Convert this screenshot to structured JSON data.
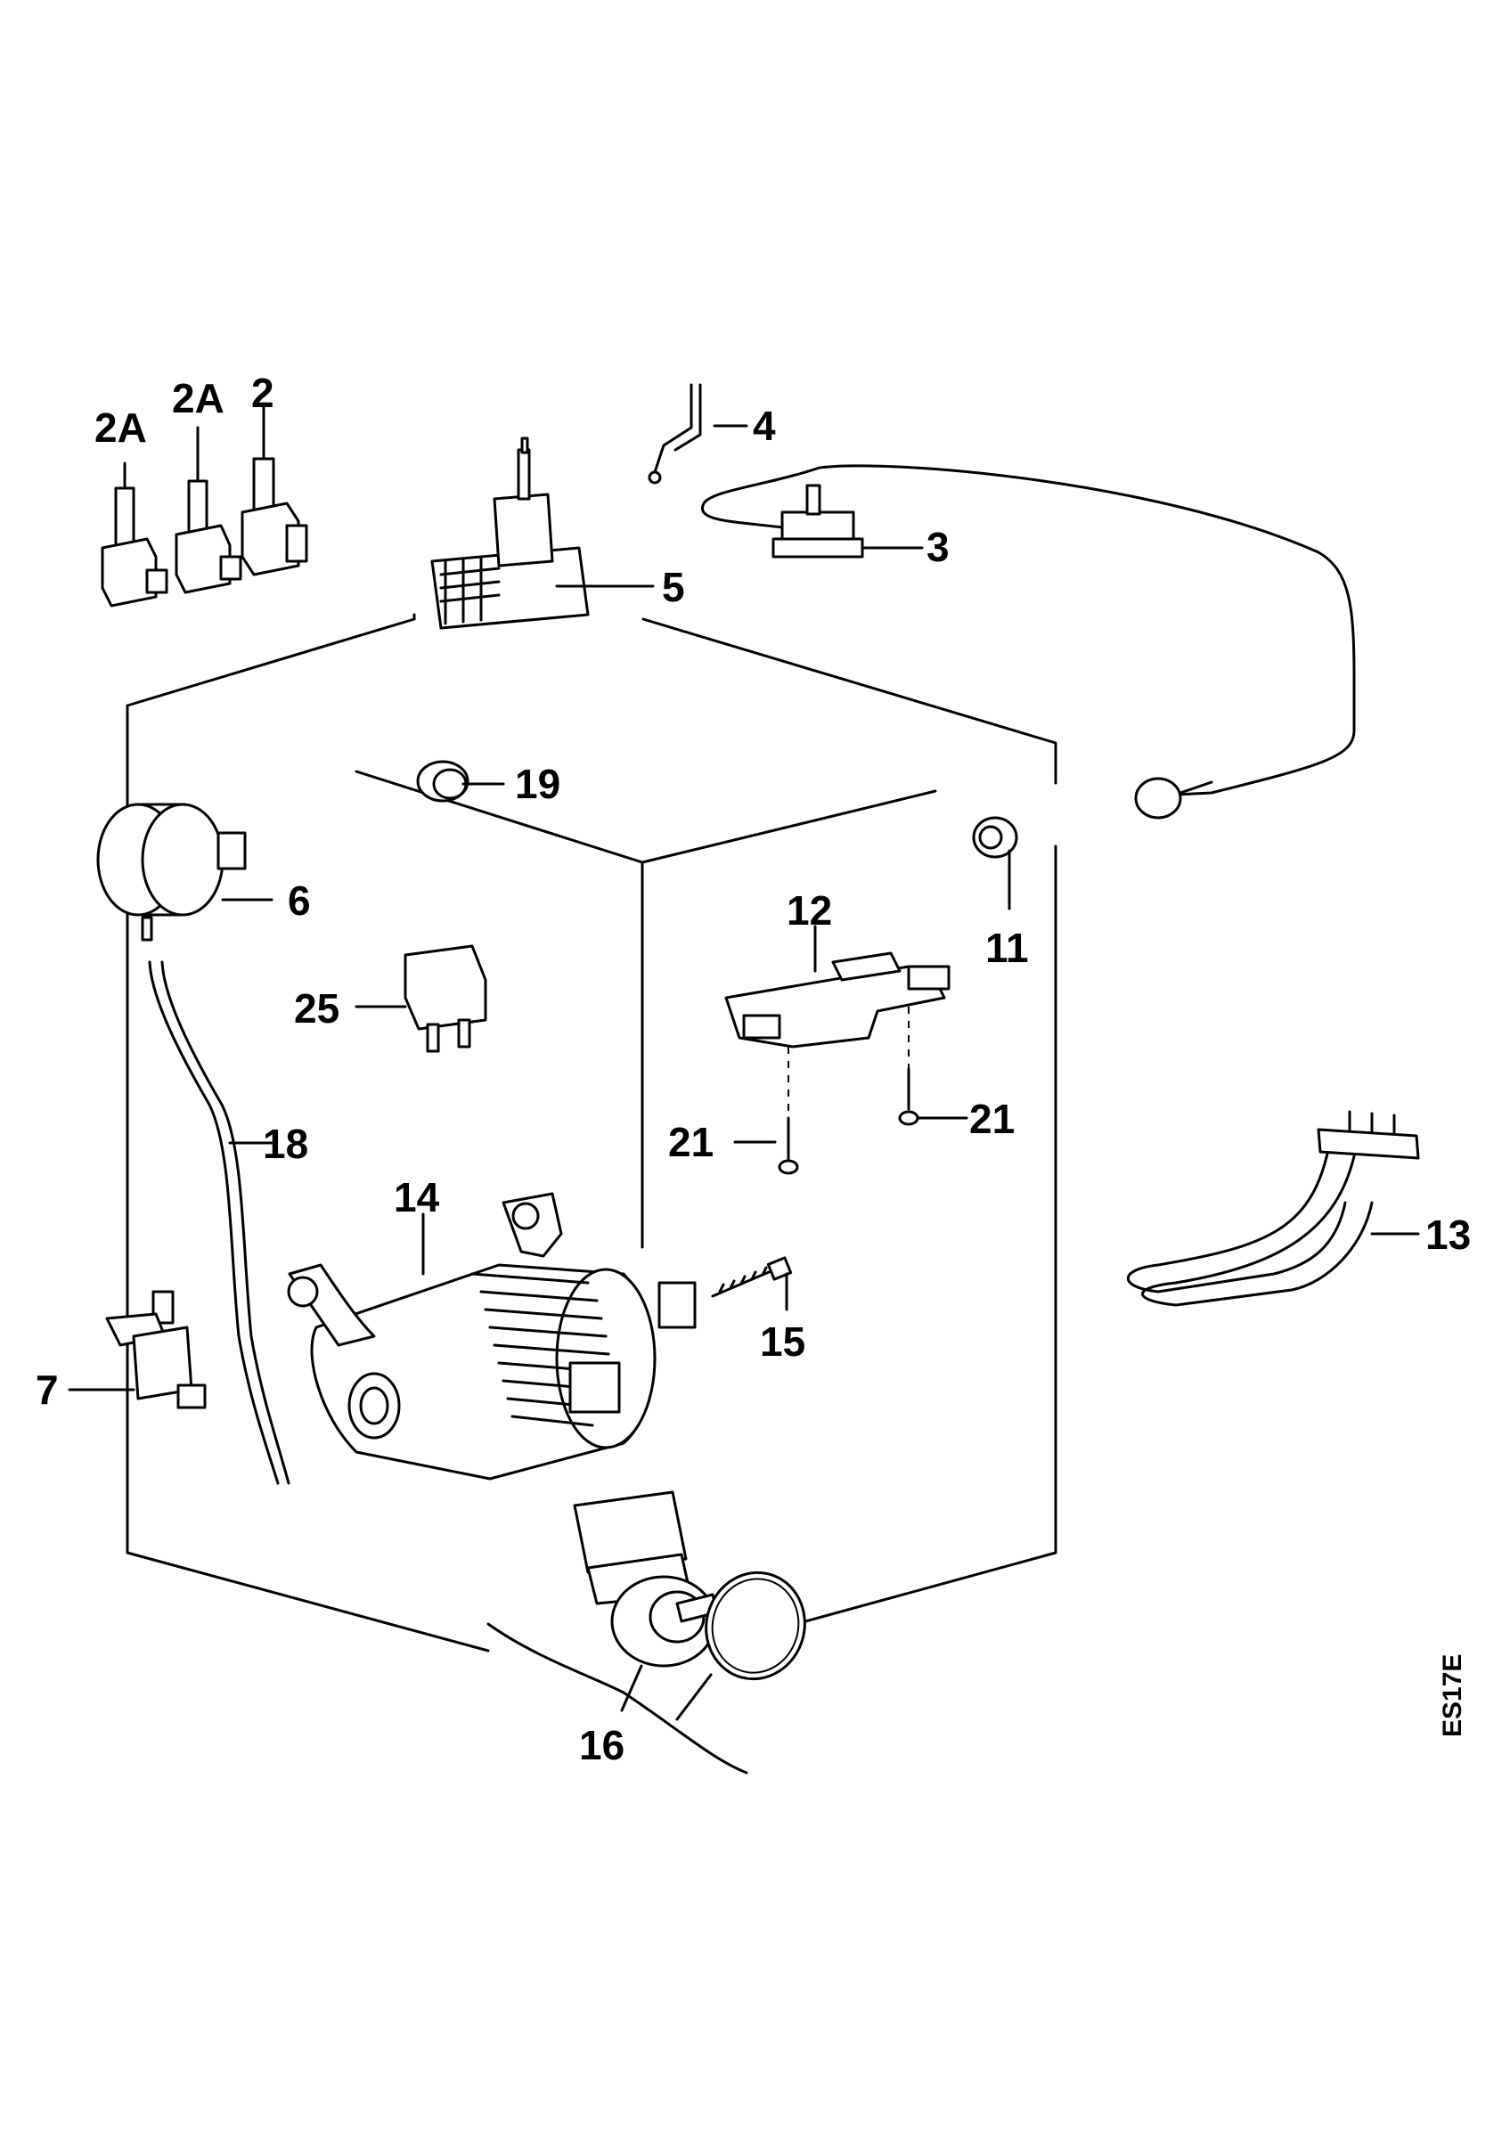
{
  "diagram": {
    "drawing_code": "ES17E",
    "labels": {
      "p2": "2",
      "p2a_left": "2A",
      "p2a_mid": "2A",
      "p3": "3",
      "p4": "4",
      "p5": "5",
      "p6": "6",
      "p7": "7",
      "p11": "11",
      "p12": "12",
      "p13": "13",
      "p14": "14",
      "p15": "15",
      "p16": "16",
      "p18": "18",
      "p19": "19",
      "p21_right": "21",
      "p21_left": "21",
      "p25": "25"
    }
  }
}
